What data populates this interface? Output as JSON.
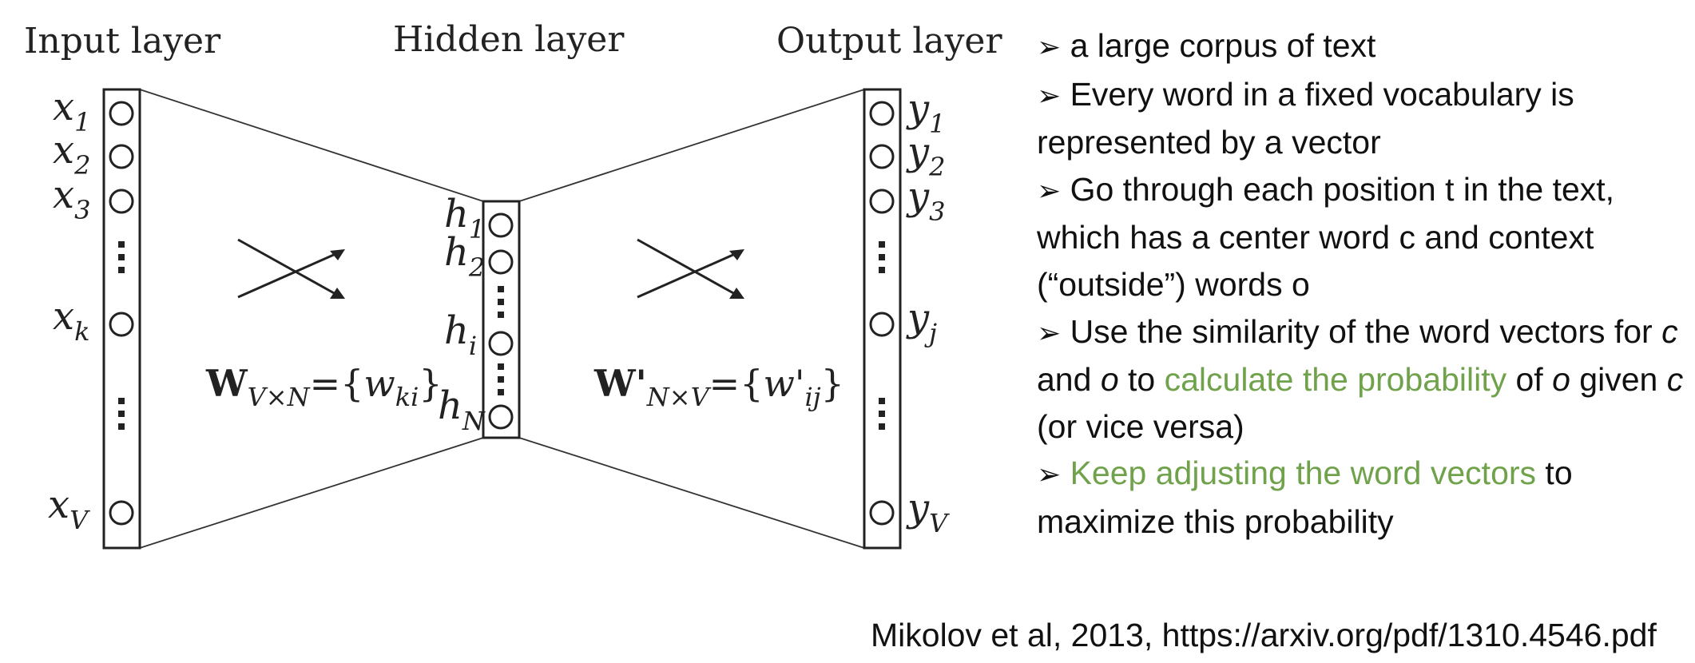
{
  "diagram": {
    "input_layer_title": "Input layer",
    "hidden_layer_title": "Hidden layer",
    "output_layer_title": "Output layer",
    "input_nodes": [
      {
        "base": "x",
        "sub": "1"
      },
      {
        "base": "x",
        "sub": "2"
      },
      {
        "base": "x",
        "sub": "3"
      },
      {
        "base": "x",
        "sub": "k"
      },
      {
        "base": "x",
        "sub": "V"
      }
    ],
    "hidden_nodes": [
      {
        "base": "h",
        "sub": "1"
      },
      {
        "base": "h",
        "sub": "2"
      },
      {
        "base": "h",
        "sub": "i"
      },
      {
        "base": "h",
        "sub": "N"
      }
    ],
    "output_nodes": [
      {
        "base": "y",
        "sub": "1"
      },
      {
        "base": "y",
        "sub": "2"
      },
      {
        "base": "y",
        "sub": "3"
      },
      {
        "base": "y",
        "sub": "j"
      },
      {
        "base": "y",
        "sub": "V"
      }
    ],
    "weight_in": {
      "symbol": "W",
      "sub": "V×N",
      "rhs_open": "={",
      "elem": "w",
      "elem_sub": "ki",
      "rhs_close": "}"
    },
    "weight_out": {
      "symbol": "W'",
      "sub": "N×V",
      "rhs_open": "={",
      "elem": "w'",
      "elem_sub": "ij",
      "rhs_close": "}"
    }
  },
  "bullets": {
    "marker": "➢",
    "b1": "a large corpus of text",
    "b2": "Every word in a fixed vocabulary is represented by a vector",
    "b3": "Go through each position t in the text, which has a center word c and context (“outside”) words o",
    "b4": {
      "pre": "Use the similarity of the word vectors for ",
      "c": "c",
      "and": " and ",
      "o": "o",
      "to": " to ",
      "highlight": "calculate the probability",
      "of": " of ",
      "o2": "o",
      "given": " given ",
      "c2": "c",
      "post": " (or vice versa)"
    },
    "b5": {
      "highlight": "Keep adjusting the word vectors",
      "post": " to maximize this probability"
    }
  },
  "citation": "Mikolov et al,  2013, https://arxiv.org/pdf/1310.4546.pdf",
  "colors": {
    "highlight": "#70a24b",
    "text": "#111111"
  }
}
